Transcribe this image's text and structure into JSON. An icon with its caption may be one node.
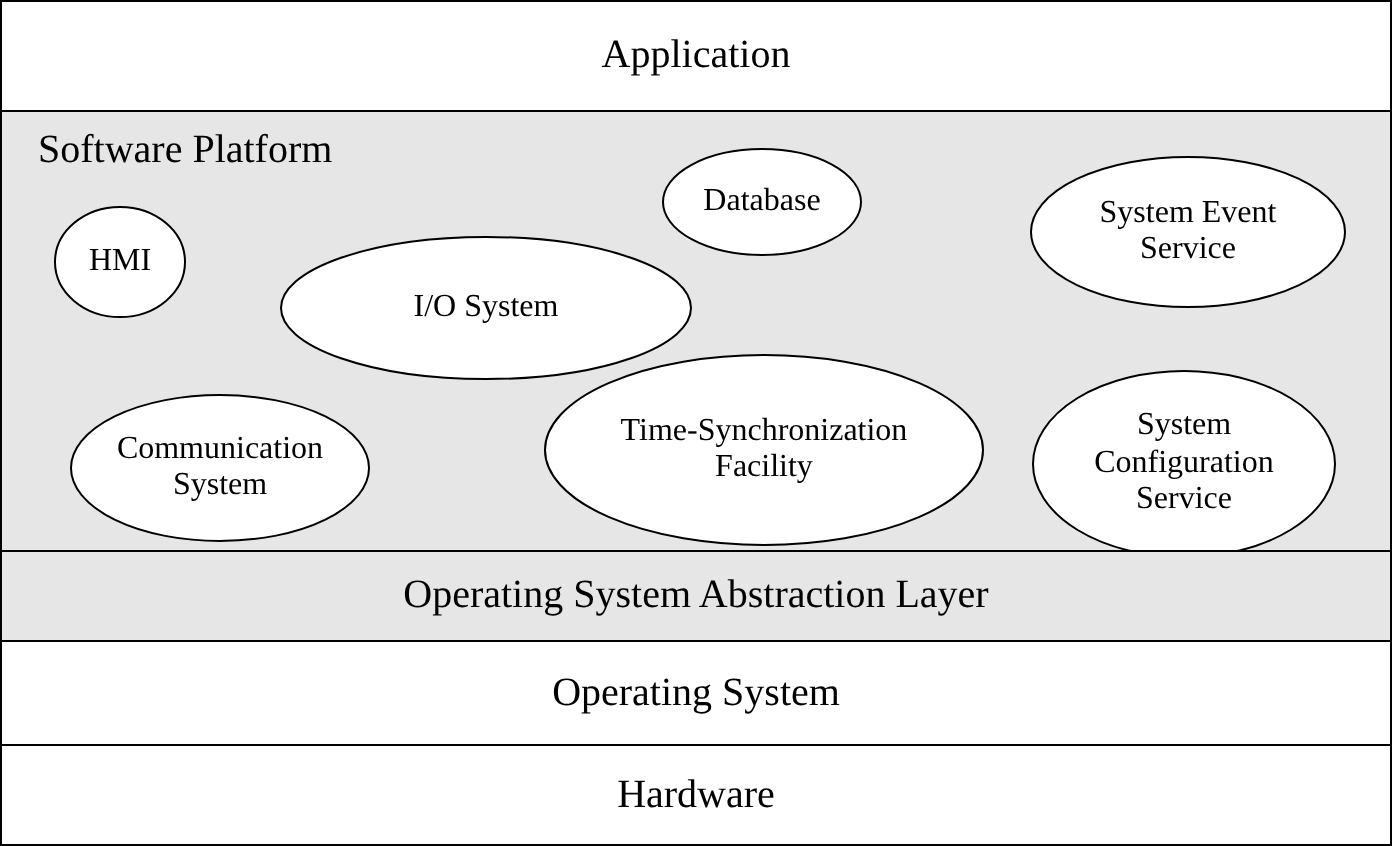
{
  "diagram": {
    "nodes": [
      {
        "text": [
          "Application"
        ]
      },
      {
        "text": [
          "Software Platform"
        ]
      },
      {
        "text": [
          "Database"
        ],
        "in": 1
      },
      {
        "text": [
          "System Event Service"
        ],
        "in": 1
      },
      {
        "text": [
          "HMI"
        ],
        "in": 1
      },
      {
        "text": [
          "I/O System"
        ],
        "in": 1
      },
      {
        "text": [
          "Time-Synchronization Facility"
        ],
        "in": 1
      },
      {
        "text": [
          "Communication System"
        ],
        "in": 1
      },
      {
        "text": [
          "System Configuration Service"
        ],
        "in": 1
      },
      {
        "text": [
          "Operating System Abstraction Layer"
        ]
      },
      {
        "text": [
          "Operating System"
        ]
      },
      {
        "text": [
          "Hardware"
        ]
      }
    ]
  }
}
